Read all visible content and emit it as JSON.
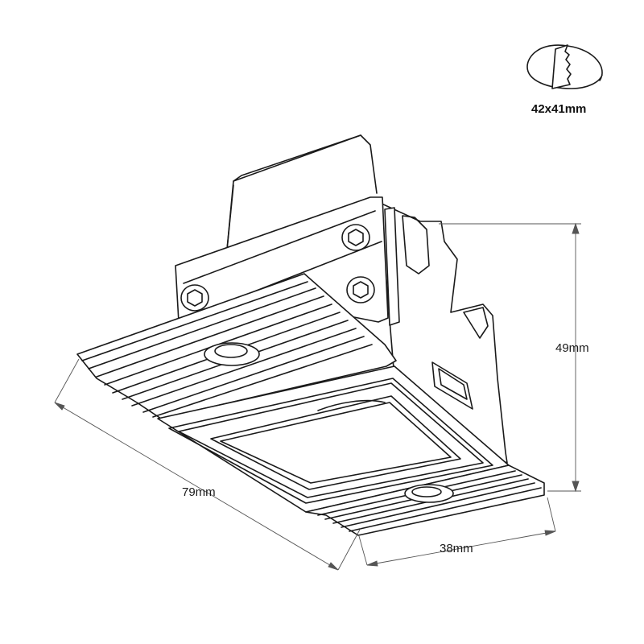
{
  "cutout": {
    "label": "42x41mm",
    "icon": "saw-cutout-icon"
  },
  "dimensions": {
    "width": "79mm",
    "height": "49mm",
    "depth": "38mm"
  },
  "colors": {
    "line": "#1a1a1a",
    "dimension_line": "#555555",
    "background": "#ffffff"
  }
}
